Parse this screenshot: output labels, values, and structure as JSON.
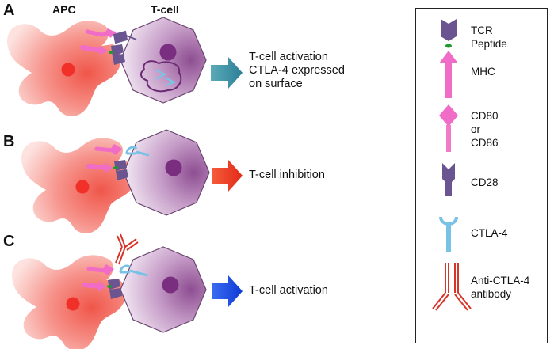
{
  "headers": {
    "apc": "APC",
    "tcell": "T-cell"
  },
  "panels": [
    {
      "letter": "A",
      "outcome": [
        "T-cell activation",
        "CTLA-4 expressed",
        "on surface"
      ],
      "arrow_color": "#3f95a8"
    },
    {
      "letter": "B",
      "outcome": [
        "T-cell inhibition"
      ],
      "arrow_color": "#ee3322"
    },
    {
      "letter": "C",
      "outcome": [
        "T-cell activation"
      ],
      "arrow_color": "#1545e0"
    }
  ],
  "legend": {
    "tcr": "TCR",
    "peptide": "Peptide",
    "mhc": "MHC",
    "cd80": [
      "CD80",
      "or",
      "CD86"
    ],
    "cd28": "CD28",
    "ctla4": "CTLA-4",
    "antibody": [
      "Anti-CTLA-4",
      "antibody"
    ]
  },
  "colors": {
    "apc": "#f27b74",
    "tcell": "#8b4a8f",
    "tcr": "#6a5590",
    "mhc": "#f06cc6",
    "cd80": "#f27bc8",
    "ctla4": "#78c2e6",
    "antibody": "#d8352a",
    "peptide": "#1d9a2e"
  }
}
